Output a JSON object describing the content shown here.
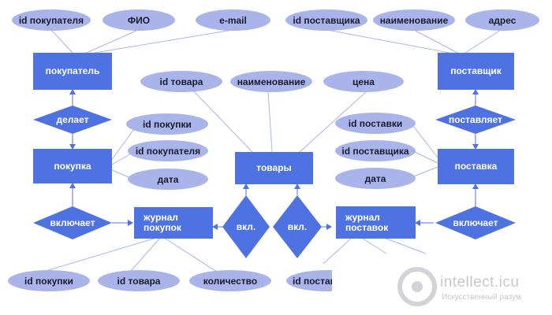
{
  "entities": {
    "buyer": "покупатель",
    "supplier": "поставщик",
    "goods": "товары",
    "purchase": "покупка",
    "supply": "поставка",
    "purchase_journal": "журнал покупок",
    "supply_journal": "журнал поставок"
  },
  "relationships": {
    "makes": "делает",
    "supplies": "поставляет",
    "includes_left": "включает",
    "includes_right": "включает",
    "incl_left": "вкл.",
    "incl_right": "вкл."
  },
  "attributes": {
    "buyer_id": "id покупателя",
    "buyer_fio": "ФИО",
    "buyer_email": "e-mail",
    "supplier_id": "id поставщика",
    "supplier_name": "наименование",
    "supplier_address": "адрес",
    "goods_id": "id товара",
    "goods_name": "наименование",
    "goods_price": "цена",
    "purchase_id": "id покупки",
    "purchase_buyer_id": "id покупателя",
    "purchase_date": "дата",
    "supply_id": "id поставки",
    "supply_supplier_id": "id поставщика",
    "supply_date": "дата",
    "pj_purchase_id": "id покупки",
    "pj_goods_id": "id товара",
    "pj_quantity": "количество",
    "sj_supplier_id_partial": "id постав"
  },
  "watermark": {
    "text": "intellect.icu",
    "sub": "Искусственный разум"
  },
  "colors": {
    "entity": "#4f72e3",
    "attribute": "#a9b5ea",
    "relationship": "#4f72e3",
    "line": "#a9b5ea"
  }
}
